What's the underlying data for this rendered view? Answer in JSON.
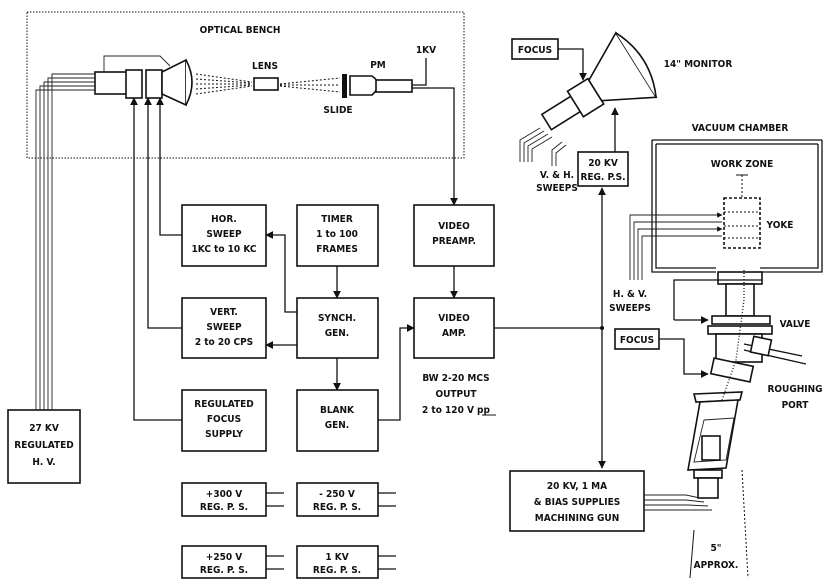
{
  "labels": {
    "optical_bench": "OPTICAL BENCH",
    "lens": "LENS",
    "pm": "PM",
    "one_kv": "1KV",
    "slide": "SLIDE",
    "focus_top": "FOCUS",
    "monitor": "14\" MONITOR",
    "vacuum_chamber": "VACUUM CHAMBER",
    "work_zone": "WORK ZONE",
    "yoke": "YOKE",
    "vh_sweeps": [
      "V. & H.",
      "SWEEPS"
    ],
    "hv_sweeps": [
      "H. & V.",
      "SWEEPS"
    ],
    "focus_mid": "FOCUS",
    "valve": "VALVE",
    "roughing_port": [
      "ROUGHING",
      "PORT"
    ],
    "bw_note": [
      "BW 2-20 MCS",
      "OUTPUT",
      "2 to 120 V pp"
    ],
    "approx": [
      "5\"",
      "APPROX."
    ]
  },
  "blocks": {
    "hor_sweep": [
      "HOR.",
      "SWEEP",
      "1KC to 10 KC"
    ],
    "timer": [
      "TIMER",
      "1 to 100",
      "FRAMES"
    ],
    "video_preamp": [
      "VIDEO",
      "PREAMP."
    ],
    "vert_sweep": [
      "VERT.",
      "SWEEP",
      "2 to 20 CPS"
    ],
    "synch_gen": [
      "SYNCH.",
      "GEN."
    ],
    "video_amp": [
      "VIDEO",
      "AMP."
    ],
    "regulated_focus": [
      "REGULATED",
      "FOCUS",
      "SUPPLY"
    ],
    "blank_gen": [
      "BLANK",
      "GEN."
    ],
    "hv_27kv": [
      "27  KV",
      "REGULATED",
      "H. V."
    ],
    "ps_300": [
      "+300 V",
      "REG. P. S."
    ],
    "ps_minus250": [
      "- 250 V",
      "REG. P. S."
    ],
    "ps_250": [
      "+250 V",
      "REG. P. S."
    ],
    "ps_1kv": [
      "1 KV",
      "REG. P. S."
    ],
    "ps_20kv": [
      "20  KV",
      "REG. P.S."
    ],
    "gun_supply": [
      "20 KV, 1 MA",
      "& BIAS SUPPLIES",
      "MACHINING GUN"
    ]
  },
  "colors": {
    "ink": "#111111",
    "paper": "#ffffff"
  }
}
